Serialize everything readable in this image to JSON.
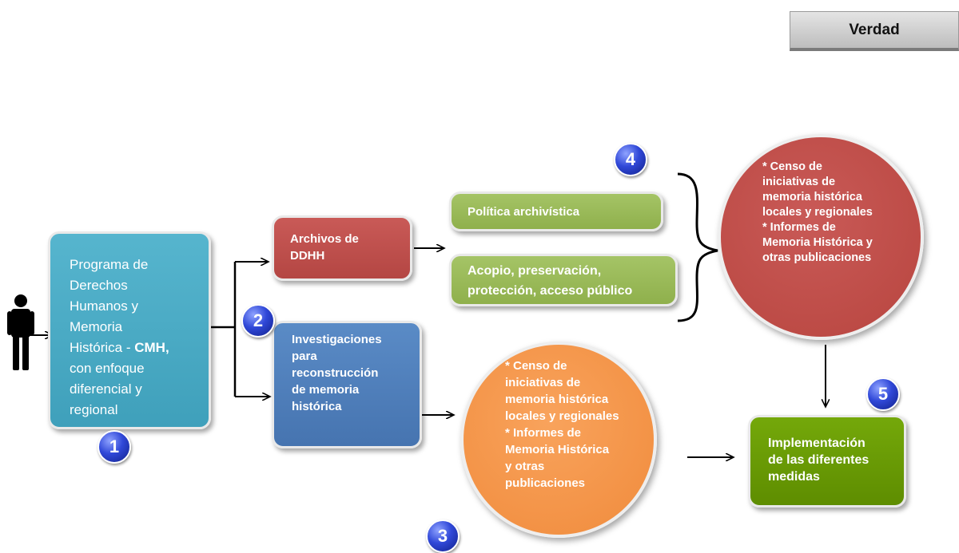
{
  "header": {
    "verdad_label": "Verdad"
  },
  "program": {
    "text_before": "Programa de\nDerechos\nHumanos y\nMemoria\nHistórica  - ",
    "text_bold": "CMH,",
    "text_after": "\ncon enfoque\ndiferencial y\nregional"
  },
  "archivos": {
    "label": "Archivos de\nDDHH"
  },
  "investigaciones": {
    "label": "Investigaciones\npara\nreconstrucción\nde memoria\nhistórica"
  },
  "politica": {
    "label": "Política archivística"
  },
  "acopio": {
    "label": "Acopio, preservación,\nprotección, acceso público"
  },
  "red_circle": {
    "text": "* Censo de\niniciativas de\nmemoria histórica\nlocales y regionales\n* Informes de\nMemoria Histórica y\notras publicaciones"
  },
  "orange_circle": {
    "text": "* Censo de\niniciativas de\nmemoria histórica\nlocales y regionales\n* Informes de\nMemoria Histórica\ny otras\npublicaciones"
  },
  "implementacion": {
    "label": "Implementación\nde las diferentes\nmedidas"
  },
  "badges": {
    "b1": "1",
    "b2": "2",
    "b3": "3",
    "b4": "4",
    "b5": "5"
  },
  "colors": {
    "program": "#4bacc6",
    "archivos": "#c0504d",
    "investigaciones": "#4f81bd",
    "green_light": "#9bbb59",
    "orange": "#f79646",
    "green_dark": "#6a9a00",
    "badge": "#2a3fc9"
  }
}
